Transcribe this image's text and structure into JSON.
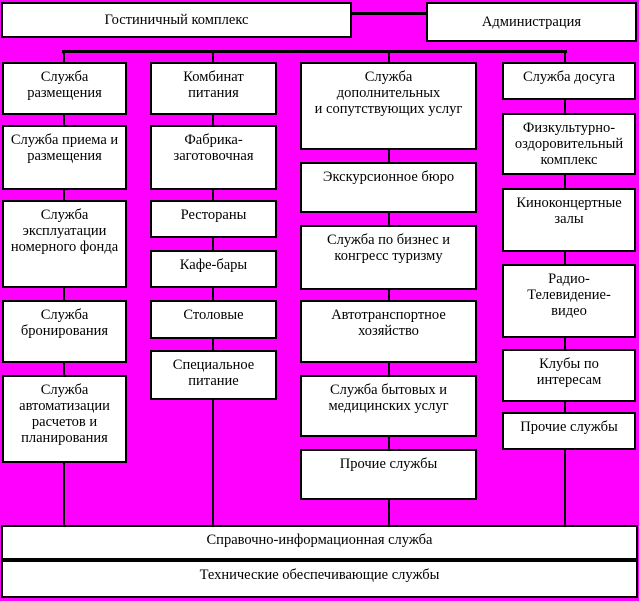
{
  "diagram": {
    "title": "Гостиничный комплекс",
    "hotel_box": "Гостиничный комплекс",
    "admin_box": "Администрация",
    "colors": {
      "background": "#FF00FF",
      "box_fill": "#FFFFFF",
      "line_and_border": "#000000",
      "text": "#000000"
    },
    "columns": [
      {
        "name": "accommodation",
        "boxes": [
          "Служба\nразмещения",
          "Служба приема и\nразмещения",
          "Служба\nэксплуатации\nномерного фонда",
          "Служба\nбронирования",
          "Служба\nавтоматизации\nрасчетов и\nпланирования"
        ]
      },
      {
        "name": "catering",
        "boxes": [
          "Комбинат\nпитания",
          "Фабрика-\nзаготовочная",
          "Рестораны",
          "Кафе-бары",
          "Столовые",
          "Специальное\nпитание"
        ]
      },
      {
        "name": "additional-services",
        "boxes": [
          "Служба\nдополнительных\nи сопутствующих услуг",
          "Экскурсионное бюро",
          "Служба по бизнес и\nконгресс туризму",
          "Автотранспортное\nхозяйство",
          "Служба бытовых и\nмедицинских услуг",
          "Прочие службы"
        ]
      },
      {
        "name": "leisure",
        "boxes": [
          "Служба досуга",
          "Физкультурно-\nоздоровительный\nкомплекс",
          "Киноконцертные\nзалы",
          "Радио-\nТелевидение-\nвидео",
          "Клубы по\nинтересам",
          "Прочие службы"
        ]
      }
    ],
    "footer": [
      "Справочно-информационная служба",
      "Технические обеспечивающие службы"
    ]
  }
}
